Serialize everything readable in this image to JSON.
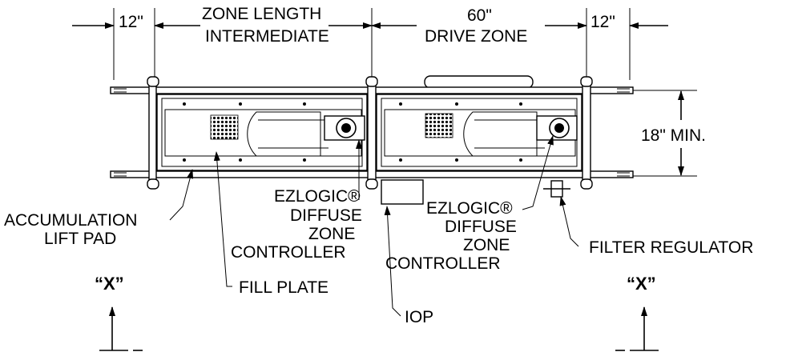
{
  "dimensions": {
    "left_margin": "12\"",
    "zone_length_line1": "ZONE LENGTH",
    "zone_length_line2": "INTERMEDIATE",
    "drive_length": "60\"",
    "drive_zone": "DRIVE ZONE",
    "right_margin": "12\"",
    "width_min": "18\" MIN."
  },
  "callouts": {
    "accumulation_line1": "ACCUMULATION",
    "accumulation_line2": "LIFT PAD",
    "ezlogic1": [
      "EZLOGIC®",
      "DIFFUSE",
      "ZONE",
      "CONTROLLER"
    ],
    "ezlogic2": [
      "EZLOGIC®",
      "DIFFUSE",
      "ZONE",
      "CONTROLLER"
    ],
    "fill_plate": "FILL PLATE",
    "iop": "IOP",
    "filter_regulator": "FILTER REGULATOR"
  },
  "section_marks": {
    "left": "“X”",
    "right": "“X”"
  }
}
